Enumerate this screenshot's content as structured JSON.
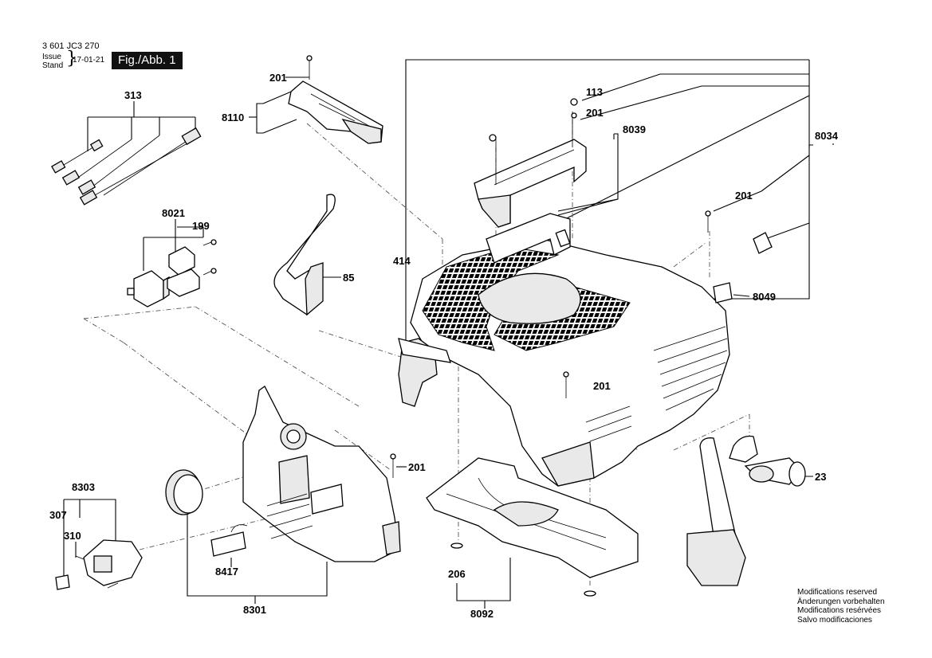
{
  "header": {
    "code": "3 601 JC3 270",
    "issue_label": "Issue",
    "stand_label": "Stand",
    "date": "17-01-21",
    "figure": "Fig./Abb. 1"
  },
  "notes": [
    "Modifications reserved",
    "Änderungen vorbehalten",
    "Modifications resérvées",
    "Salvo modificaciones"
  ],
  "labels": {
    "313": "313",
    "8021": "8021",
    "199": "199",
    "201a": "201",
    "8110": "8110",
    "85": "85",
    "414": "414",
    "113": "113",
    "201b": "201",
    "8039": "8039",
    "8034": "8034",
    "201c": "201",
    "8049": "8049",
    "201d": "201",
    "201e": "201",
    "23": "23",
    "8303": "8303",
    "307": "307",
    "310": "310",
    "8417": "8417",
    "8301": "8301",
    "206": "206",
    "8092": "8092"
  }
}
